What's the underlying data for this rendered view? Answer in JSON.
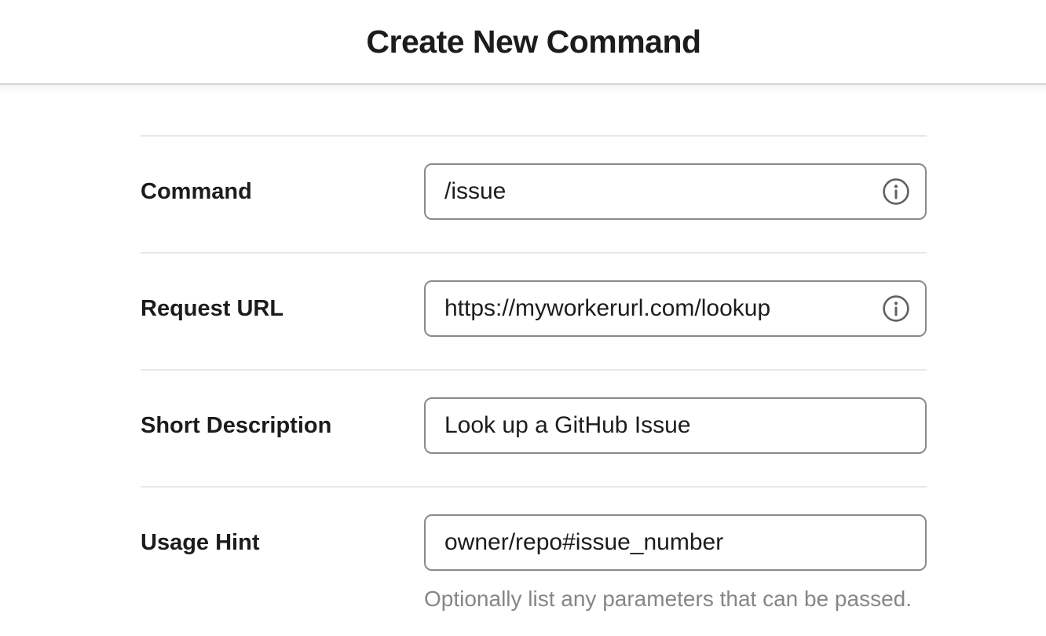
{
  "header": {
    "title": "Create New Command"
  },
  "form": {
    "rows": [
      {
        "label": "Command",
        "value": "/issue",
        "has_info_icon": true
      },
      {
        "label": "Request URL",
        "value": "https://myworkerurl.com/lookup",
        "has_info_icon": true
      },
      {
        "label": "Short Description",
        "value": "Look up a GitHub Issue",
        "has_info_icon": false
      },
      {
        "label": "Usage Hint",
        "value": "owner/repo#issue_number",
        "has_info_icon": false,
        "help": "Optionally list any parameters that can be passed."
      }
    ]
  },
  "icons": {
    "info": "info-circle-icon"
  },
  "colors": {
    "text": "#1d1c1d",
    "muted_text": "#868686",
    "input_border": "#8a8a8a",
    "row_divider": "#e8e8e8",
    "header_divider": "#e2e2e2",
    "info_icon": "#616061"
  }
}
